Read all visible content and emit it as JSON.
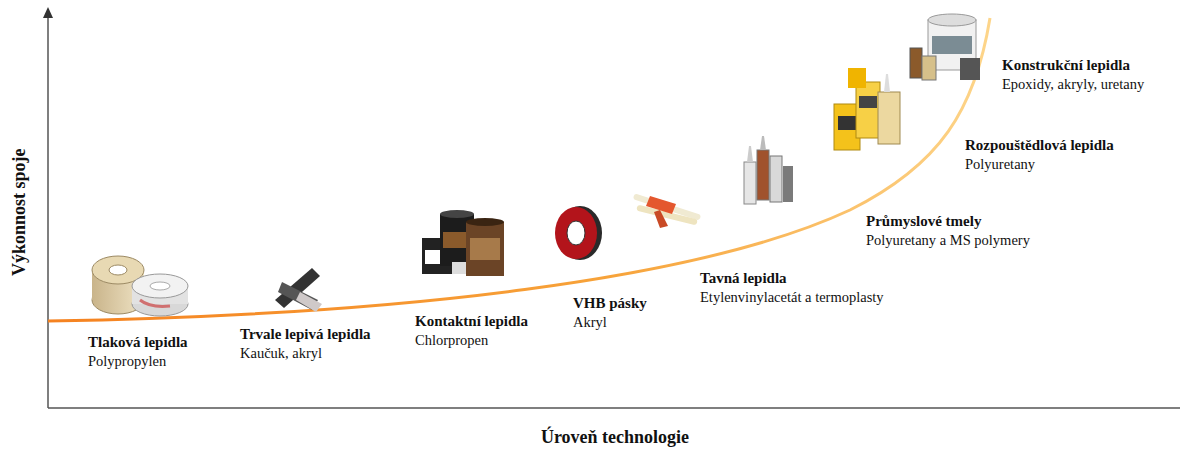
{
  "diagram": {
    "labels": [
      "Tlaková lepidla",
      "Polypropylen",
      "Trvale lepivá lepidla",
      "Kaučuk, akryl",
      "Kontaktní lepidla",
      "Chlorpropen",
      "VHB pásky",
      "Akryl",
      "Tavná lepidla",
      "Etylenvinylacetát a termoplasty",
      "Průmyslové tmely",
      "Polyuretany a MS polymery",
      "Rozpouštědlová lepidla",
      "Polyuretany",
      "Konstrukční lepidla",
      "Epoxidy, akryly, uretany",
      "Výkonnost spoje",
      "Úroveň technologie"
    ]
  }
}
